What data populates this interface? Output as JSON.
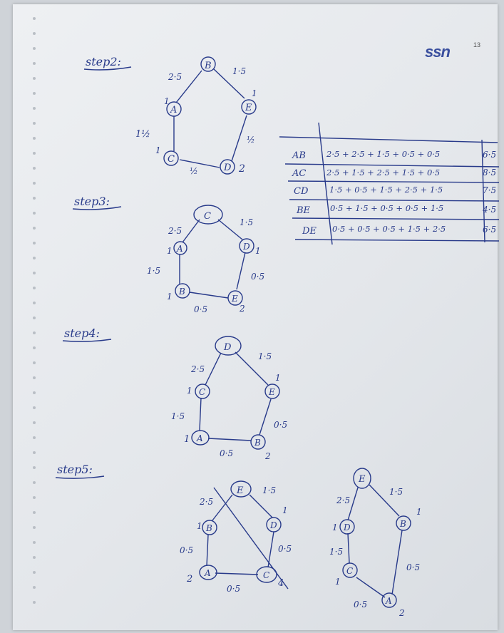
{
  "header": {
    "brand": "ssn",
    "page_number": "13"
  },
  "steps": [
    {
      "label": "step2:",
      "nodes": [
        {
          "name": "B",
          "degree": ""
        },
        {
          "name": "A",
          "degree": "1"
        },
        {
          "name": "E",
          "degree": "1"
        },
        {
          "name": "C",
          "degree": "1"
        },
        {
          "name": "D",
          "degree": "2"
        }
      ],
      "edges": [
        {
          "from": "B",
          "to": "A",
          "weight": "2·5"
        },
        {
          "from": "B",
          "to": "E",
          "weight": "1·5"
        },
        {
          "from": "A",
          "to": "C",
          "weight": "1½"
        },
        {
          "from": "E",
          "to": "D",
          "weight": "½"
        },
        {
          "from": "C",
          "to": "D",
          "weight": "½"
        }
      ]
    },
    {
      "label": "step3:",
      "nodes": [
        {
          "name": "C",
          "degree": ""
        },
        {
          "name": "A",
          "degree": "1"
        },
        {
          "name": "D",
          "degree": "1"
        },
        {
          "name": "B",
          "degree": "1"
        },
        {
          "name": "E",
          "degree": "2"
        }
      ],
      "edges": [
        {
          "from": "C",
          "to": "A",
          "weight": "2·5"
        },
        {
          "from": "C",
          "to": "D",
          "weight": "1·5"
        },
        {
          "from": "A",
          "to": "B",
          "weight": "1·5"
        },
        {
          "from": "D",
          "to": "E",
          "weight": "0·5"
        },
        {
          "from": "B",
          "to": "E",
          "weight": "0·5"
        }
      ]
    },
    {
      "label": "step4:",
      "nodes": [
        {
          "name": "D",
          "degree": ""
        },
        {
          "name": "C",
          "degree": "1"
        },
        {
          "name": "E",
          "degree": "1"
        },
        {
          "name": "A",
          "degree": "1"
        },
        {
          "name": "B",
          "degree": "2"
        }
      ],
      "edges": [
        {
          "from": "D",
          "to": "C",
          "weight": "2·5"
        },
        {
          "from": "D",
          "to": "E",
          "weight": "1·5"
        },
        {
          "from": "C",
          "to": "A",
          "weight": "1·5"
        },
        {
          "from": "E",
          "to": "B",
          "weight": "0·5"
        },
        {
          "from": "A",
          "to": "B",
          "weight": "0·5"
        }
      ]
    },
    {
      "label": "step5:",
      "nodes": [
        {
          "name": "E",
          "degree": ""
        },
        {
          "name": "B",
          "degree": "1"
        },
        {
          "name": "D",
          "degree": "1"
        },
        {
          "name": "A",
          "degree": "2"
        },
        {
          "name": "C",
          "degree": "4"
        }
      ],
      "edges": [
        {
          "from": "E",
          "to": "B",
          "weight": "2·5"
        },
        {
          "from": "E",
          "to": "D",
          "weight": "1·5"
        },
        {
          "from": "B",
          "to": "A",
          "weight": "0·5"
        },
        {
          "from": "D",
          "to": "C",
          "weight": "0·5"
        },
        {
          "from": "A",
          "to": "C",
          "weight": "0·5"
        }
      ]
    },
    {
      "label": "",
      "nodes": [
        {
          "name": "E",
          "degree": ""
        },
        {
          "name": "D",
          "degree": "1"
        },
        {
          "name": "B",
          "degree": "1"
        },
        {
          "name": "C",
          "degree": "1"
        },
        {
          "name": "A",
          "degree": "2"
        }
      ],
      "edges": [
        {
          "from": "E",
          "to": "D",
          "weight": "2·5"
        },
        {
          "from": "E",
          "to": "B",
          "weight": "1·5"
        },
        {
          "from": "D",
          "to": "C",
          "weight": "1·5"
        },
        {
          "from": "B",
          "to": "A",
          "weight": "0·5"
        },
        {
          "from": "C",
          "to": "A",
          "weight": "0·5"
        }
      ]
    }
  ],
  "table": {
    "rows": [
      {
        "pair": "AB",
        "sum": "2·5 + 2·5 + 1·5 + 0·5 + 0·5",
        "total": "6·5"
      },
      {
        "pair": "AC",
        "sum": "2·5 + 1·5 + 2·5 + 1·5 + 0·5",
        "total": "8·5"
      },
      {
        "pair": "CD",
        "sum": "1·5 + 0·5 + 1·5 + 2·5 + 1·5",
        "total": "7·5"
      },
      {
        "pair": "BE",
        "sum": "0·5 + 1·5 + 0·5 + 0·5 + 1·5",
        "total": "4·5"
      },
      {
        "pair": "DE",
        "sum": "0·5 + 0·5 + 0·5 + 1·5 + 2·5",
        "total": "6·5"
      }
    ]
  },
  "colors": {
    "ink": "#283a8a",
    "paper": "#e8ebee"
  }
}
